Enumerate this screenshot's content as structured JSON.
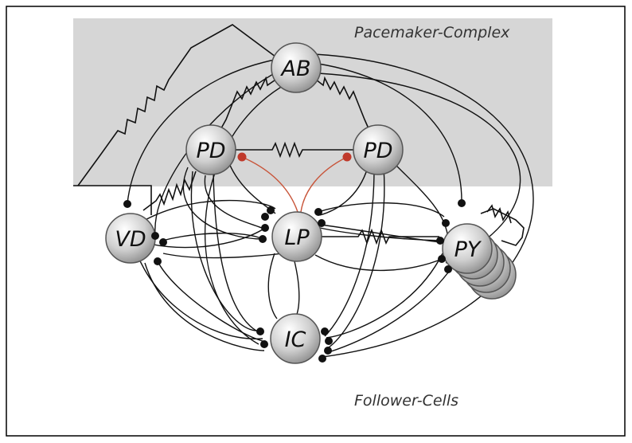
{
  "regions": {
    "pacemaker_label": "Pacemaker-Complex",
    "follower_label": "Follower-Cells"
  },
  "neurons": {
    "ab": "AB",
    "pd_left": "PD",
    "pd_right": "PD",
    "vd": "VD",
    "lp": "LP",
    "py": "PY",
    "ic": "IC"
  },
  "colors": {
    "pacemaker_region": "#d6d6d6",
    "inhibitory_synapse": "#111111",
    "modulatory_connection": "#c0392b"
  }
}
